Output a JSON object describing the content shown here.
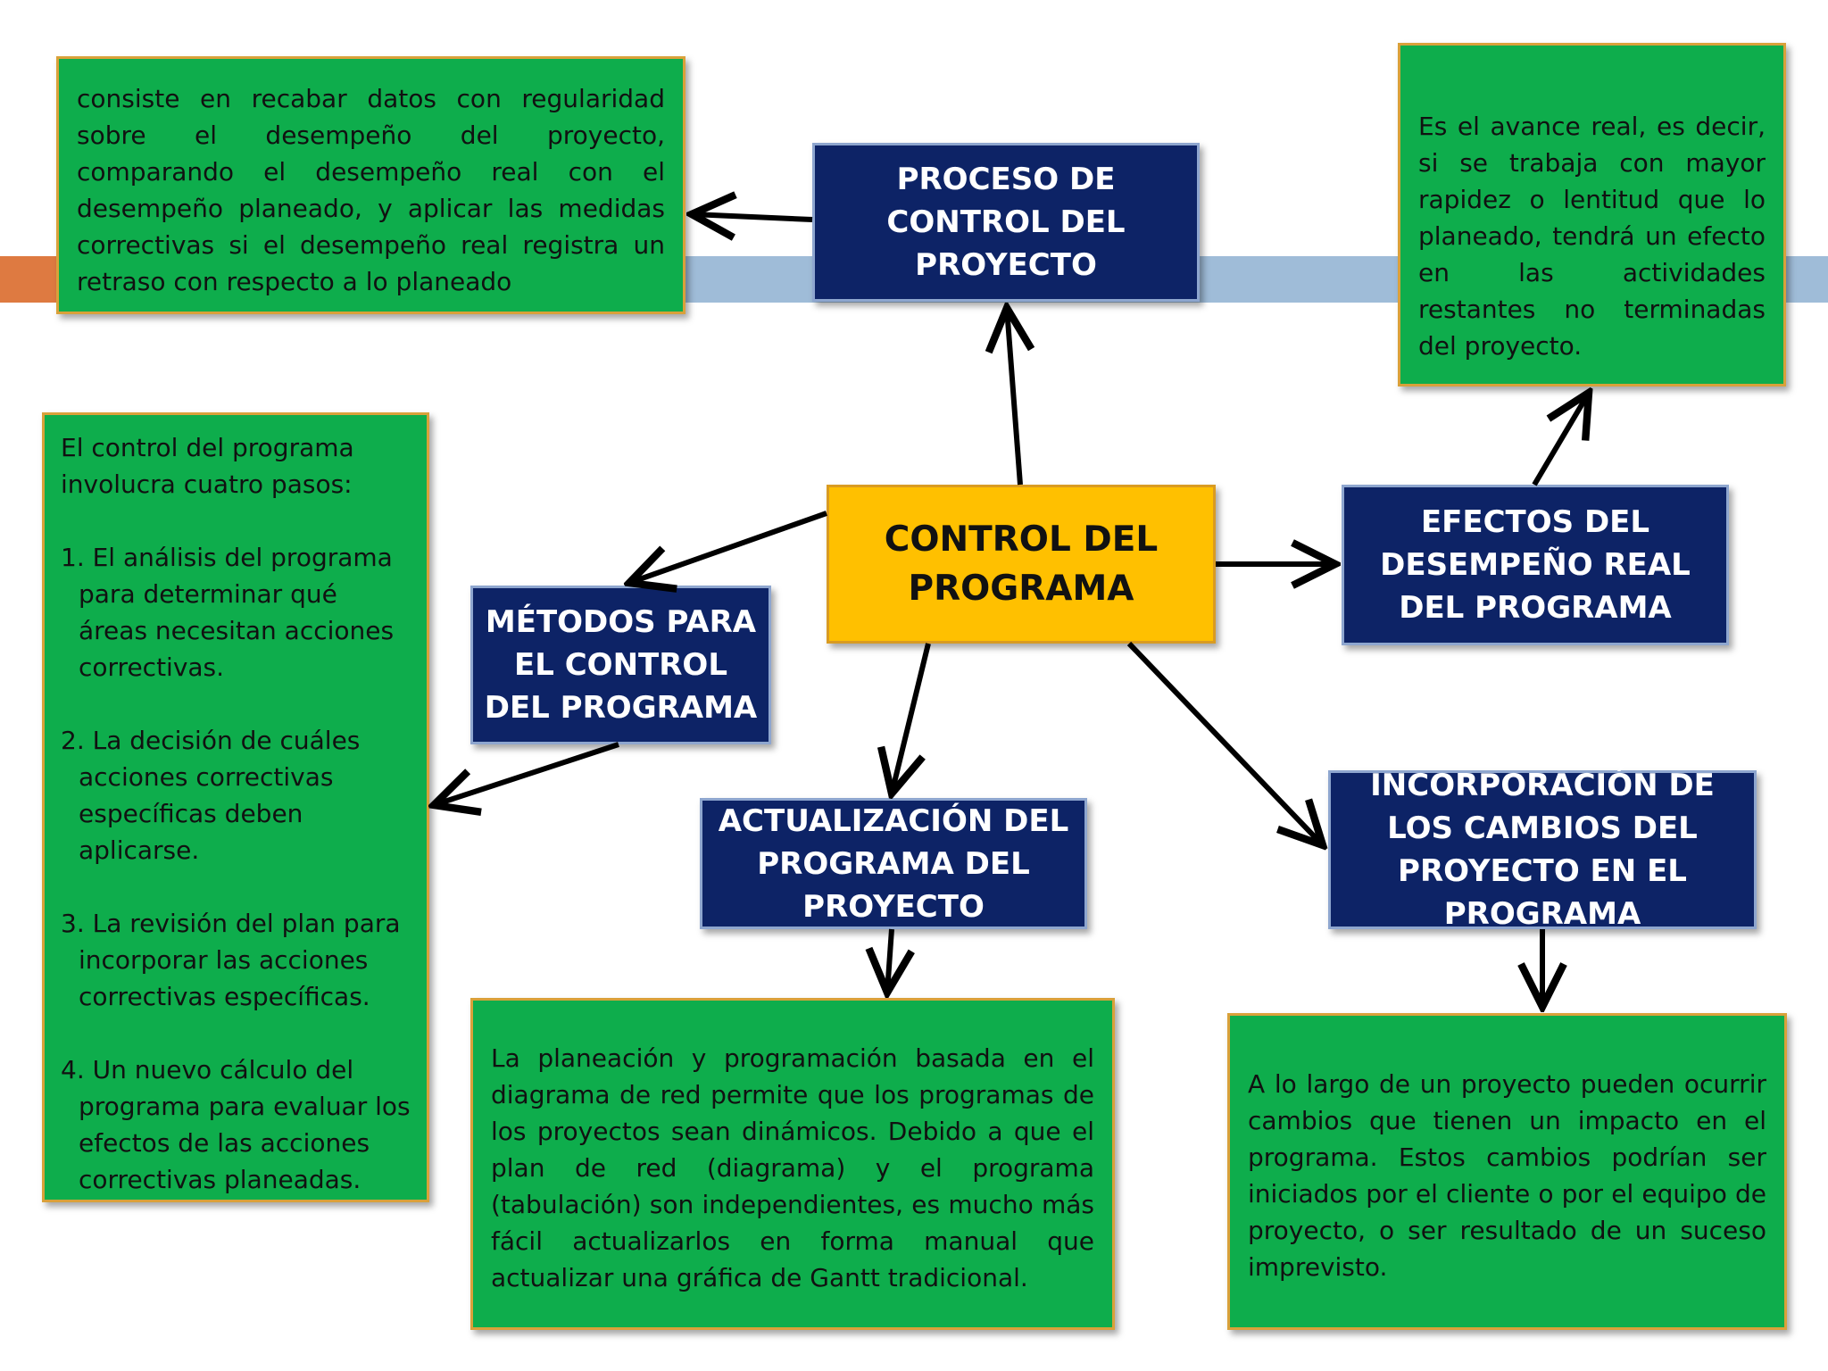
{
  "center": {
    "title": "CONTROL DEL PROGRAMA"
  },
  "proceso": {
    "title": "PROCESO DE CONTROL DEL PROYECTO",
    "desc": "consiste en recabar datos con regularidad sobre el desempeño del proyecto, comparando el desempeño real con el desempeño planeado, y aplicar las medidas correctivas si el desempeño real registra un retraso con respecto a lo planeado"
  },
  "efectos": {
    "title": "EFECTOS DEL DESEMPEÑO REAL DEL PROGRAMA",
    "desc": "Es el avance real, es decir, si se trabaja con mayor rapidez o lentitud que lo planeado, tendrá un efecto en las actividades restantes no terminadas del proyecto."
  },
  "metodos": {
    "title": "MÉTODOS PARA EL CONTROL DEL PROGRAMA",
    "intro": "El control del programa involucra cuatro pasos:",
    "steps": [
      "1. El análisis del programa para determinar qué áreas necesitan acciones correctivas.",
      "2. La decisión de cuáles acciones correctivas específicas deben aplicarse.",
      "3. La revisión del plan para incorporar las acciones correctivas específicas.",
      "4. Un nuevo cálculo del programa para evaluar los efectos de las acciones correctivas planeadas."
    ]
  },
  "actualizacion": {
    "title": "ACTUALIZACIÓN DEL PROGRAMA DEL PROYECTO",
    "desc": "La planeación y programación basada en el diagrama de red permite que los programas de los proyectos sean dinámicos. Debido a que el plan de red (diagrama) y el programa (tabulación) son independientes, es mucho más fácil actualizarlos en forma manual que actualizar una gráfica de Gantt tradicional."
  },
  "incorporacion": {
    "title": "INCORPORACIÓN DE LOS CAMBIOS DEL PROYECTO EN EL PROGRAMA",
    "desc": "A lo largo de un proyecto pueden ocurrir cambios que tienen un impacto en el programa. Estos cambios podrían ser iniciados por el cliente o por el equipo de proyecto, o ser resultado de un suceso imprevisto."
  },
  "colors": {
    "green_box": "#0ead4c",
    "navy_box": "#0d2366",
    "center_box": "#ffc000",
    "band_blue": "#9fbcd8",
    "band_orange": "#de7a41",
    "arrow": "#000000"
  }
}
